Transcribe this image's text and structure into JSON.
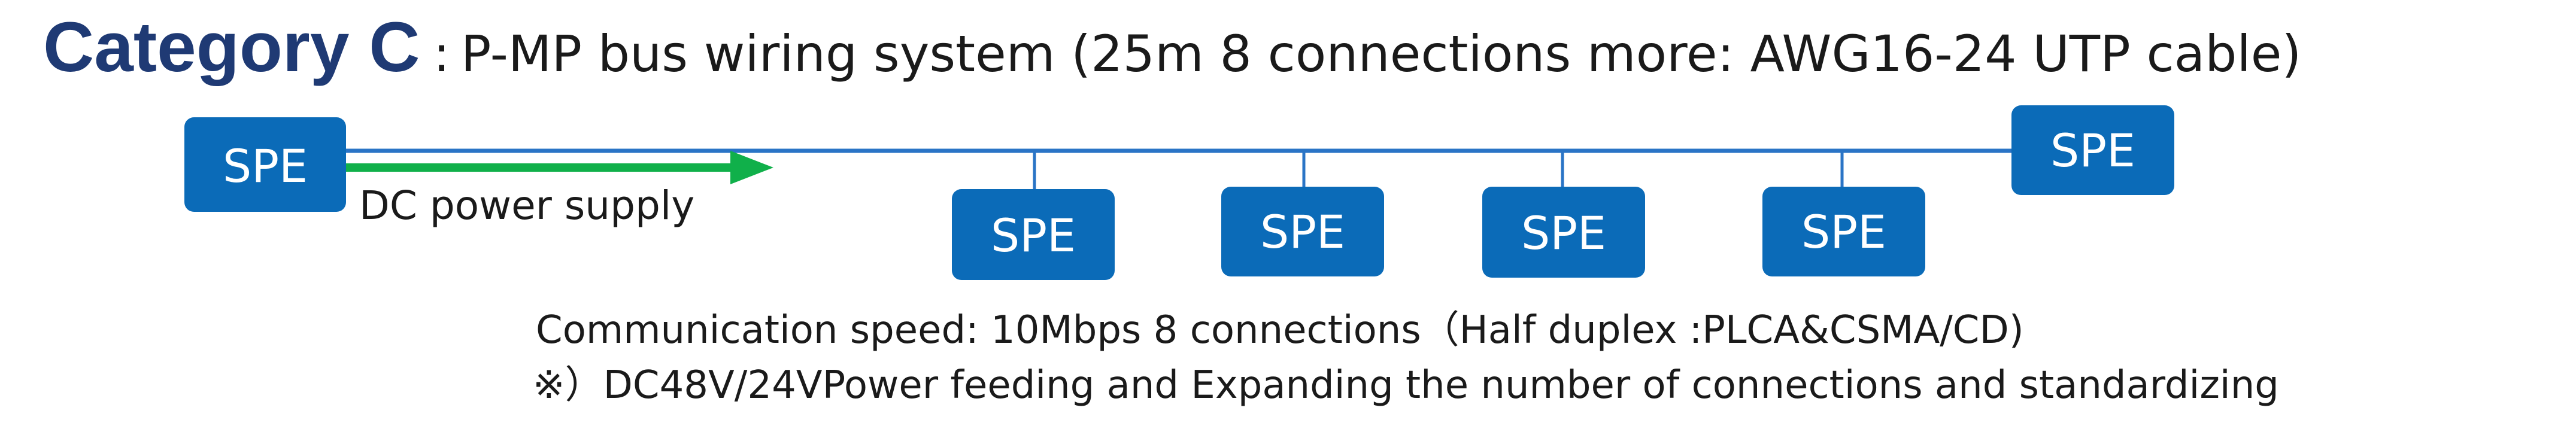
{
  "title": {
    "category": "Category C",
    "separator": ":",
    "description": "P-MP bus wiring system (25m 8 connections more: AWG16-24 UTP cable)"
  },
  "diagram": {
    "node_label": "SPE",
    "power_label": "DC power supply",
    "colors": {
      "node_fill": "#0b6bb8",
      "bus_line": "#2a74c6",
      "power_arrow": "#10b04a",
      "title": "#1f3a74"
    }
  },
  "notes": {
    "speed": "Communication speed: 10Mbps 8 connections（Half duplex :PLCA&CSMA/CD)",
    "feeding": "※）DC48V/24VPower feeding and Expanding the number of connections and standardizing"
  }
}
